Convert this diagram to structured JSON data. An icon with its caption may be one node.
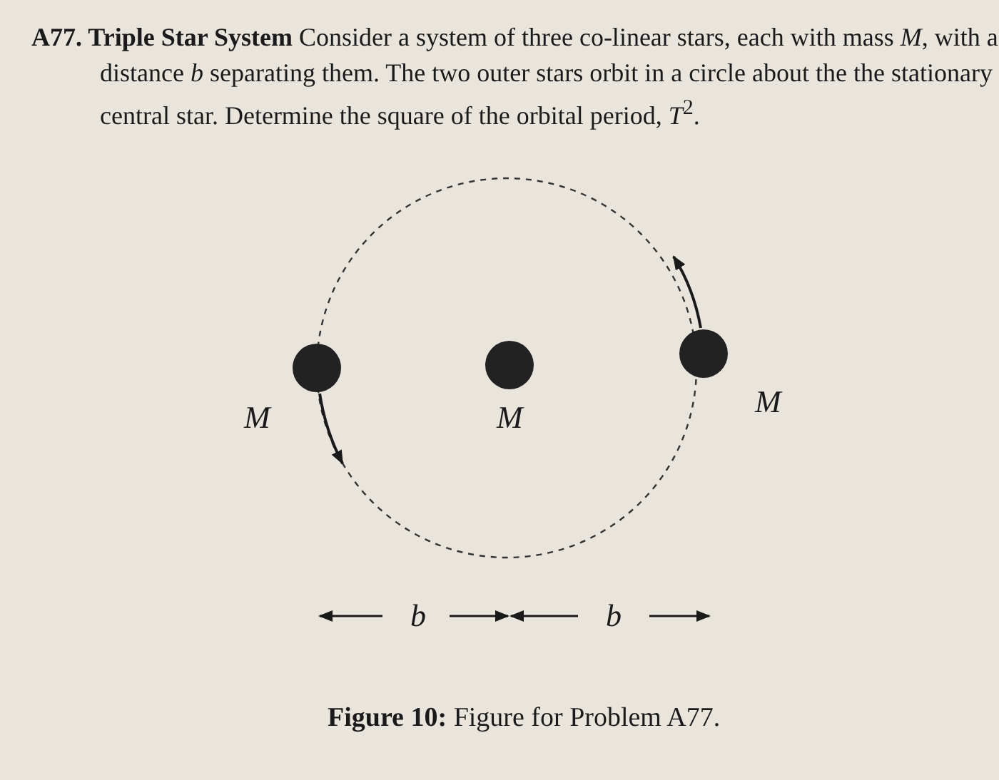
{
  "diagram": {
    "caption": "**Figure 10:** Figure for Problem A77.",
    "labels": [
      "**A77. Triple Star System** Consider a system of three co-linear stars, each with mass *M*, with a distance *b* separating them. The two outer stars orbit in a circle about the the stationary central star. Determine the square of the orbital period, *T*$^{2}$.",
      "M",
      "M",
      "M",
      "b",
      "b"
    ]
  }
}
